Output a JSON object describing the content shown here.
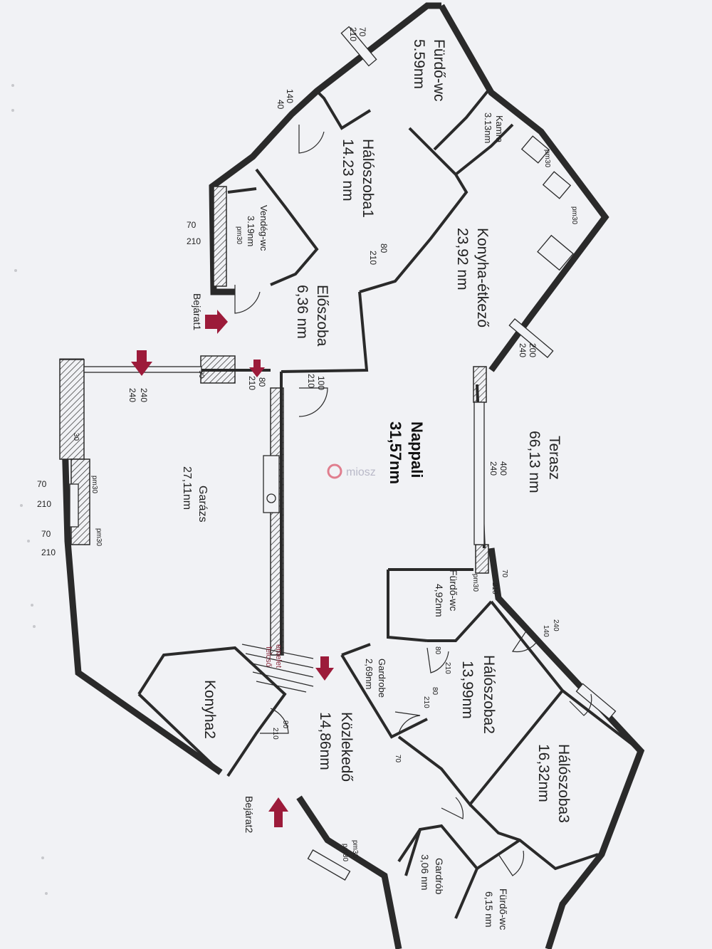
{
  "rooms": {
    "furdo_wc_1": {
      "name": "Fürdő-wc",
      "area": "5.59nm"
    },
    "kamra": {
      "name": "Kamra",
      "area": "3.13nm"
    },
    "haloszoba1": {
      "name": "Hálószoba1",
      "area": "14.23 nm"
    },
    "konyha_etkezo": {
      "name": "Konyha-étkező",
      "area": "23,92 nm"
    },
    "vendeg_wc": {
      "name": "Vendég-wc",
      "area": "3.19nm"
    },
    "eloszoba": {
      "name": "Előszoba",
      "area": "6,36 nm"
    },
    "nappali": {
      "name": "Nappali",
      "area": "31,57nm"
    },
    "terasz": {
      "name": "Terasz",
      "area": "66,13 nm"
    },
    "garazs": {
      "name": "Garázs",
      "area": "27,11nm"
    },
    "furdo_wc_2": {
      "name": "Fürdő-wc",
      "area": "4,92nm"
    },
    "haloszoba2": {
      "name": "Hálószoba2",
      "area": "13,99nm"
    },
    "gardrobe": {
      "name": "Gardrobe",
      "area": "2,69nm"
    },
    "konyha2": {
      "name": "Konyha2",
      "area": ""
    },
    "kozlekedo": {
      "name": "Közlekedő",
      "area": "14,86nm"
    },
    "haloszoba3": {
      "name": "Hálószoba3",
      "area": "16,32nm"
    },
    "gardrob": {
      "name": "Gardrób",
      "area": "3,06 nm"
    },
    "furdo_wc_3": {
      "name": "Fürdő-wc",
      "area": "6,15 nm"
    }
  },
  "entrances": {
    "bejarat1": "Bejárat1",
    "bejarat2": "Bejárat2"
  },
  "stair_note": {
    "line1": "emelet",
    "line2": "felcső"
  },
  "watermark": "miosz",
  "dimensions": {
    "d70_top": "70",
    "d210_top": "210",
    "d140": "140",
    "d40": "40",
    "d70_vwc": "70",
    "d210_vwc": "210",
    "pm30_vwc": "pm30",
    "d80_h1": "80",
    "d210_h1": "210",
    "d100_elo": "100",
    "d210_elo": "210",
    "d80_elo": "80",
    "d210_elo2": "210",
    "d90_ent": "90",
    "d240_gar_a": "240",
    "d240_gar_b": "240",
    "d70_gar1": "70",
    "d210_gar1": "210",
    "pm30_gar1": "pm30",
    "d70_gar2": "70",
    "d210_gar2": "210",
    "pm30_gar2": "pm30",
    "d30_gar": "30",
    "d200_k": "200",
    "d240_k": "240",
    "d400": "400",
    "d240_t": "240",
    "pm30_fw2": "pm30",
    "d210_fw2": "210",
    "d70_fw2": "70",
    "d80_h2": "80",
    "d210_h2": "210",
    "d90_k2": "90",
    "d210_k2": "210",
    "d80_k2b": "80",
    "d210_gard": "210",
    "d70_gard": "70",
    "pm30_b2": "pm30",
    "pm30_b2b": "pm30",
    "pm30_kamra": "pm30",
    "pm30_k2": "pm30",
    "d240_h3": "240",
    "d140_h3": "140"
  }
}
